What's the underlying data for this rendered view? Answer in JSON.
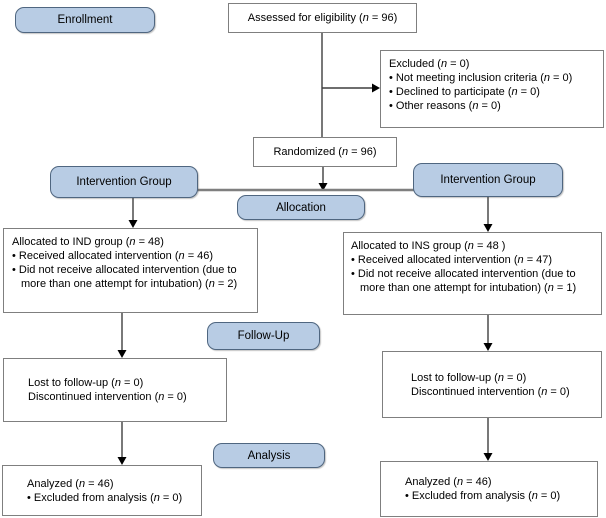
{
  "stages": {
    "enrollment": {
      "label": "Enrollment"
    },
    "allocation": {
      "label": "Allocation"
    },
    "followup": {
      "label": "Follow-Up"
    },
    "analysis": {
      "label": "Analysis"
    }
  },
  "groups": {
    "left": {
      "label": "Intervention Group"
    },
    "right": {
      "label": "Intervention Group"
    }
  },
  "boxes": {
    "assessed": {
      "text": "Assessed for eligibility (n = 96)"
    },
    "excluded": {
      "title": "Excluded (n = 0)",
      "items": [
        "Not meeting inclusion criteria (n = 0)",
        "Declined to participate (n = 0)",
        "Other reasons (n = 0)"
      ]
    },
    "randomized": {
      "text": "Randomized (n = 96)"
    },
    "allocated_left": {
      "title": "Allocated to IND group (n = 48)",
      "items": [
        "Received allocated intervention (n = 46)",
        "Did not receive allocated intervention (due to more than one attempt for intubation) (n = 2)"
      ]
    },
    "allocated_right": {
      "title": "Allocated to INS group (n = 48 )",
      "items": [
        "Received allocated intervention (n = 47)",
        "Did not receive allocated intervention (due to more than one attempt for intubation) (n = 1)"
      ]
    },
    "followup_left": {
      "lines": [
        "Lost to follow-up (n = 0)",
        "Discontinued intervention (n = 0)"
      ]
    },
    "followup_right": {
      "lines": [
        "Lost to follow-up (n = 0)",
        "Discontinued intervention (n = 0)"
      ]
    },
    "analyzed_left": {
      "title": "Analyzed (n = 46)",
      "items": [
        "Excluded from analysis (n = 0)"
      ]
    },
    "analyzed_right": {
      "title": "Analyzed (n = 46)",
      "items": [
        "Excluded from analysis (n = 0)"
      ]
    }
  },
  "colors": {
    "stage_fill": "#b8cce4",
    "stage_border": "#4f6680",
    "box_border": "#7f7f7f",
    "line": "#3f3f3f",
    "group_line": "#7f7f7f",
    "arrow": "#000000"
  }
}
